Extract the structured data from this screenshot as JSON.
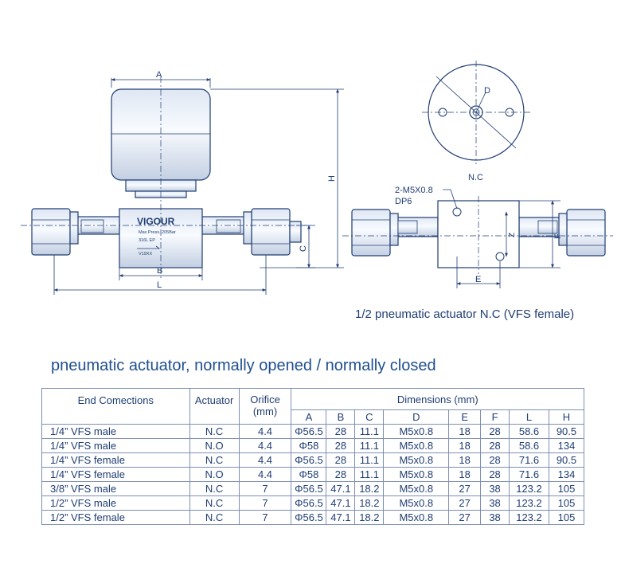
{
  "drawing": {
    "left_labels": {
      "a": "A",
      "b": "B",
      "c": "C",
      "h": "H",
      "l": "L"
    },
    "valve_text": {
      "brand": "VIGOUR",
      "line1": "Max Press. 205Bar",
      "line2": "316L  EP",
      "line3": "V19XX"
    },
    "top_view": {
      "d": "D",
      "nc": "N.C"
    },
    "side_view": {
      "thread": "2-M5X0.8",
      "depth": "DP6",
      "e": "E",
      "f": "F",
      "z": "Z"
    },
    "caption": "1/2 pneumatic actuator N.C (VFS female)"
  },
  "table": {
    "title": "pneumatic actuator, normally opened / normally closed",
    "headers": {
      "end": "End Comections",
      "actuator": "Actuator",
      "orifice": "Orifice\n(mm)",
      "dimensions": "Dimensions (mm)"
    },
    "dim_cols": [
      "A",
      "B",
      "C",
      "D",
      "E",
      "F",
      "L",
      "H"
    ],
    "rows": [
      {
        "end": "1/4”  VFS male",
        "act": "N.C",
        "orf": "4.4",
        "dims": [
          "Φ56.5",
          "28",
          "11.1",
          "M5x0.8",
          "18",
          "28",
          "58.6",
          "90.5"
        ]
      },
      {
        "end": "1/4”  VFS male",
        "act": "N.O",
        "orf": "4.4",
        "dims": [
          "Φ58",
          "28",
          "11.1",
          "M5x0.8",
          "18",
          "28",
          "58.6",
          "134"
        ]
      },
      {
        "end": "1/4”  VFS female",
        "act": "N.C",
        "orf": "4.4",
        "dims": [
          "Φ56.5",
          "28",
          "11.1",
          "M5x0.8",
          "18",
          "28",
          "71.6",
          "90.5"
        ]
      },
      {
        "end": "1/4”  VFS female",
        "act": "N.O",
        "orf": "4.4",
        "dims": [
          "Φ58",
          "28",
          "11.1",
          "M5x0.8",
          "18",
          "28",
          "71.6",
          "134"
        ]
      },
      {
        "end": "3/8”  VFS male",
        "act": "N.C",
        "orf": "7",
        "dims": [
          "Φ56.5",
          "47.1",
          "18.2",
          "M5x0.8",
          "27",
          "38",
          "123.2",
          "105"
        ]
      },
      {
        "end": "1/2”  VFS male",
        "act": "N.C",
        "orf": "7",
        "dims": [
          "Φ56.5",
          "47.1",
          "18.2",
          "M5x0.8",
          "27",
          "38",
          "123.2",
          "105"
        ]
      },
      {
        "end": "1/2”  VFS female",
        "act": "N.C",
        "orf": "7",
        "dims": [
          "Φ56.5",
          "47.1",
          "18.2",
          "M5x0.8",
          "27",
          "38",
          "123.2",
          "105"
        ]
      }
    ]
  }
}
